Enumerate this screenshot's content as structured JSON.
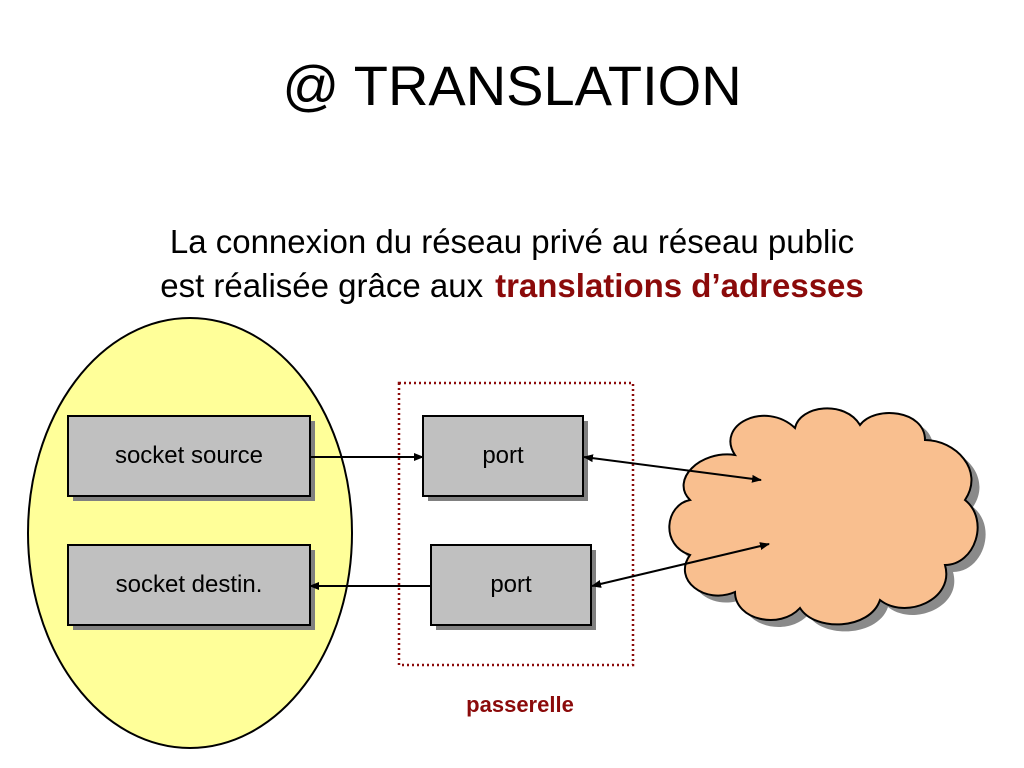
{
  "slide": {
    "title": "@ TRANSLATION",
    "subtitle_line1": "La connexion du réseau privé au réseau public",
    "subtitle_line2_plain": "est réalisée grâce aux",
    "subtitle_line2_accent": "translations d’adresses"
  },
  "diagram": {
    "socket_source": "socket source",
    "socket_destin": "socket destin.",
    "port_top": "port",
    "port_bottom": "port",
    "gateway_label": "passerelle"
  },
  "colors": {
    "private_network_fill": "#ffff99",
    "box_fill": "#c0c0c0",
    "cloud_fill": "#f9bf8f",
    "accent": "#8b0a0a"
  }
}
